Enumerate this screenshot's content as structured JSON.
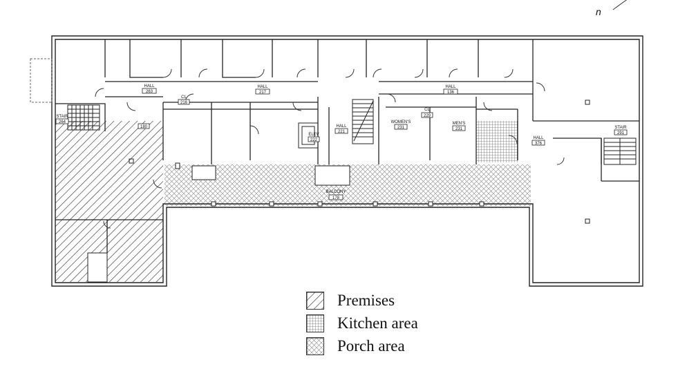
{
  "compass": {
    "label": "n"
  },
  "rooms": {
    "hall_263": {
      "name": "HALL",
      "number": "263"
    },
    "hall_217": {
      "name": "HALL",
      "number": "217"
    },
    "hall_136": {
      "name": "HALL",
      "number": "136"
    },
    "hall_221": {
      "name": "HALL",
      "number": "221"
    },
    "hall_376": {
      "name": "HALL",
      "number": "376"
    },
    "closet_216": {
      "name": "CL",
      "number": "216"
    },
    "closet_229": {
      "name": "CL",
      "number": "229"
    },
    "stair_264": {
      "name": "STAIR",
      "number": "264"
    },
    "stair_291": {
      "name": "STAIR",
      "number": "291"
    },
    "elev_222": {
      "name": "ELEV",
      "number": "222"
    },
    "womens_231": {
      "name": "WOMEN'S",
      "number": "231"
    },
    "mens_231": {
      "name": "MEN'S",
      "number": "231"
    },
    "room_180": {
      "number": "180"
    },
    "balcony": {
      "name": "BALCONY",
      "number": "178"
    }
  },
  "legend": {
    "items": [
      {
        "label": "Premises",
        "pattern": "diagonal-hatch"
      },
      {
        "label": "Kitchen area",
        "pattern": "grid-hatch"
      },
      {
        "label": "Porch area",
        "pattern": "cross-hatch"
      }
    ]
  },
  "colors": {
    "line": "#222222",
    "background": "#ffffff"
  }
}
